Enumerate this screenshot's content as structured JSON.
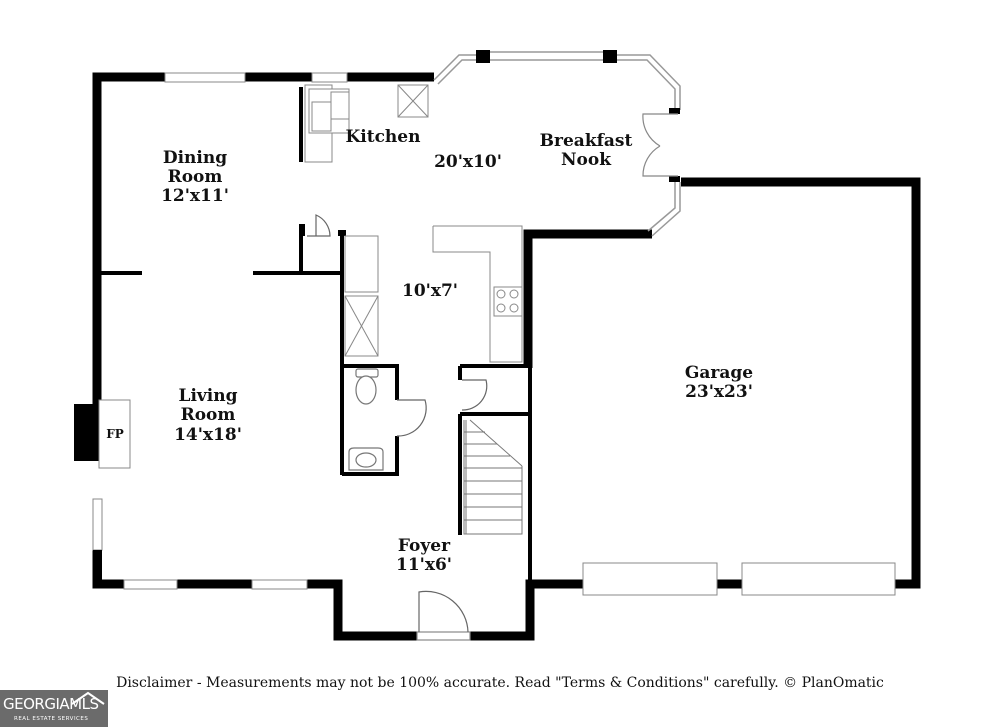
{
  "rooms": {
    "dining": {
      "name_line1": "Dining",
      "name_line2": "Room",
      "size": "12'x11'"
    },
    "kitchen": {
      "name": "Kitchen",
      "size": "20'x10'"
    },
    "breakfast": {
      "name_line1": "Breakfast",
      "name_line2": "Nook"
    },
    "hall": {
      "size": "10'x7'"
    },
    "living": {
      "name_line1": "Living",
      "name_line2": "Room",
      "size": "14'x18'"
    },
    "garage": {
      "name": "Garage",
      "size": "23'x23'"
    },
    "foyer": {
      "name": "Foyer",
      "size": "11'x6'"
    }
  },
  "fixtures": {
    "fireplace": "FP"
  },
  "footer": {
    "disclaimer": "Disclaimer - Measurements may not be 100% accurate. Read \"Terms & Conditions\" carefully. © PlanOmatic"
  },
  "logo": {
    "main": "GEORGIAMLS",
    "sub": "REAL ESTATE SERVICES"
  },
  "colors": {
    "wall": "#000000",
    "fixture_line": "#888888",
    "logo_bg": "#6b6b6b"
  }
}
